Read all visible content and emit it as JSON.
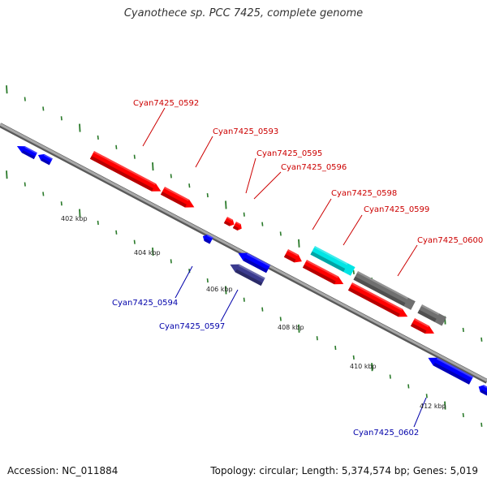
{
  "title": "Cyanothece sp. PCC 7425, complete genome",
  "footer": {
    "accession": "Accession: NC_011884",
    "summary": "Topology: circular; Length: 5,374,574 bp; Genes: 5,019"
  },
  "colors": {
    "backbone": "#8a8a8a",
    "forward_gene": "#ff0000",
    "reverse_gene": "#0000ff",
    "reverse_gene_alt": "#3b3b8f",
    "highlight_gene": "#00e5e5",
    "other_gene": "#707070",
    "tick": "#2a7a2a",
    "label_forward": "#cc0000",
    "label_reverse": "#0000aa"
  },
  "scale_labels": [
    "402 kbp",
    "404 kbp",
    "406 kbp",
    "408 kbp",
    "410 kbp",
    "412 kbp"
  ],
  "gene_labels": {
    "top": [
      "Cyan7425_0592",
      "Cyan7425_0593",
      "Cyan7425_0595",
      "Cyan7425_0596",
      "Cyan7425_0598",
      "Cyan7425_0599",
      "Cyan7425_0600"
    ],
    "bottom": [
      "Cyan7425_0594",
      "Cyan7425_0597",
      "Cyan7425_0602"
    ]
  }
}
